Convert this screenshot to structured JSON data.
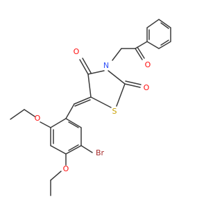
{
  "atoms": {
    "o_top": "O",
    "n": "N",
    "o_keto": "O",
    "o_ring": "O",
    "s": "S",
    "o_ethoxy_upper": "O",
    "o_ethoxy_lower": "O",
    "br": "Br"
  },
  "colors": {
    "bond": "#3a3a3a",
    "oxygen": "#ff0d0d",
    "nitrogen": "#3050f8",
    "sulfur": "#c8a000",
    "bromine": "#a52a2a"
  }
}
